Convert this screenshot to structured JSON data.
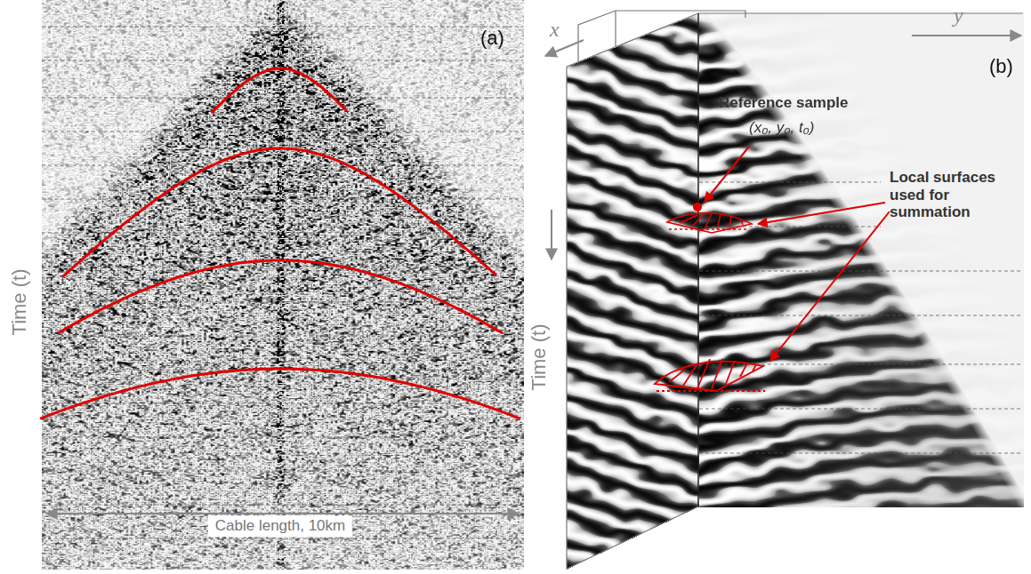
{
  "diagram": {
    "labels": [
      "(a)",
      "Time (t)",
      "Cable length, 10km",
      "y",
      "(b)",
      "x",
      "Reference sample",
      "(x₀, y₀, t₀)",
      "Local surfaces used for summation",
      "Time (t)"
    ]
  }
}
